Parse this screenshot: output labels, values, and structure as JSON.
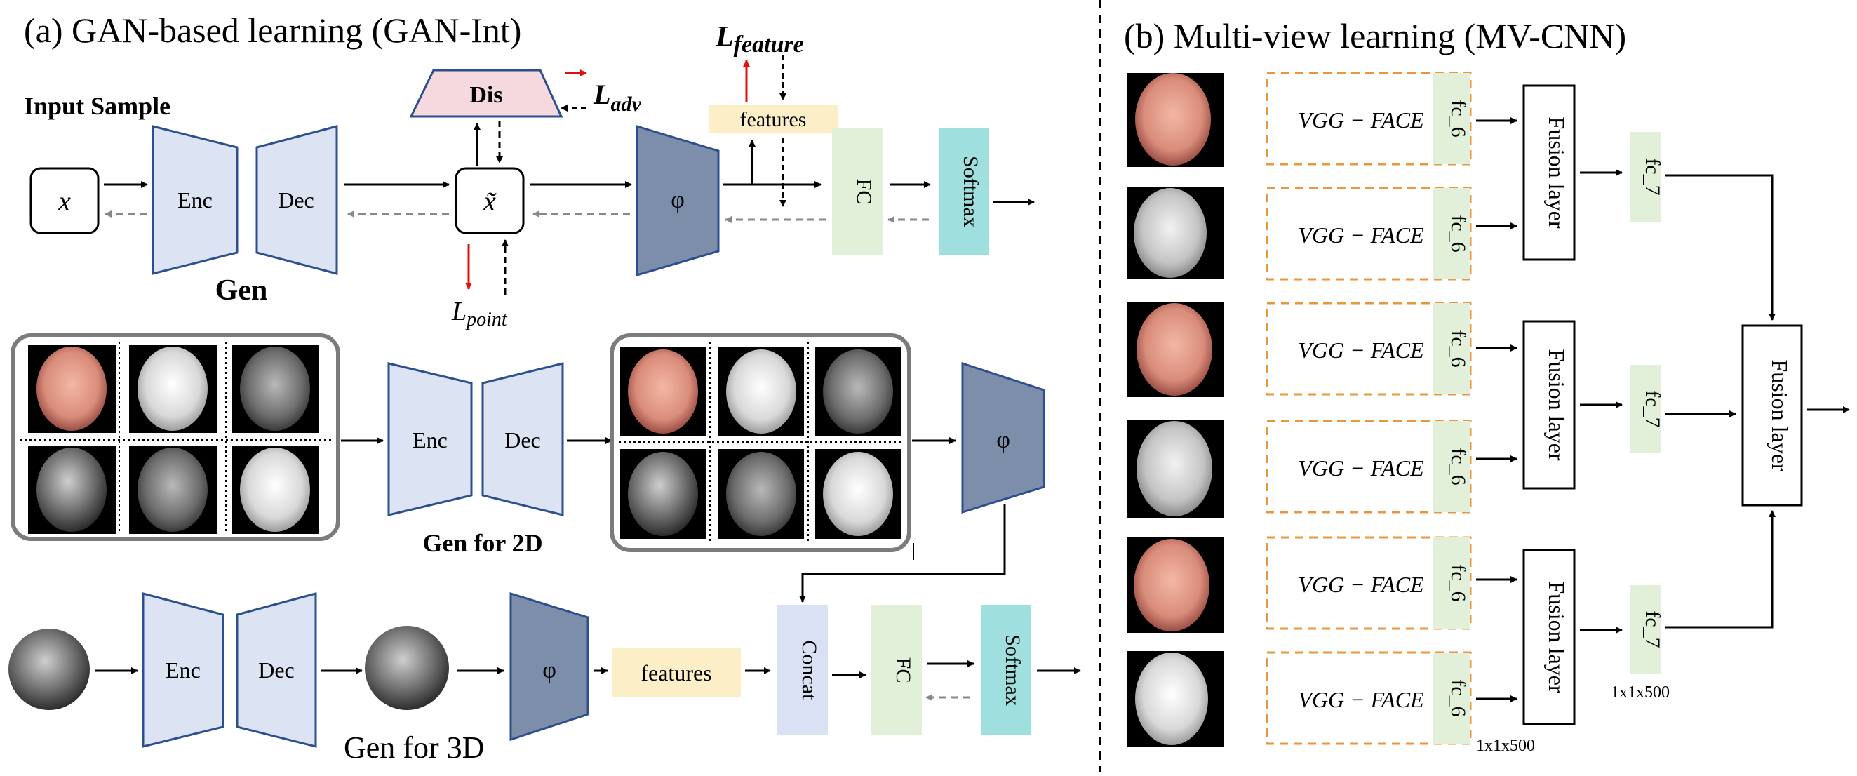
{
  "panel_a": {
    "title": "(a) GAN-based learning (GAN-Int)",
    "input_sample_label": "Input Sample",
    "input_x": "x",
    "enc": "Enc",
    "dec": "Dec",
    "gen_label": "Gen",
    "x_tilde": "x̃",
    "dis": "Dis",
    "l_adv": "adv",
    "l_point": "point",
    "l_feature": "feature",
    "loss_symbol": "L",
    "phi": "φ",
    "features": "features",
    "fc": "FC",
    "softmax": "Softmax",
    "gen_2d_label": "Gen for 2D",
    "gen_3d_label": "Gen for 3D",
    "concat": "Concat"
  },
  "panel_b": {
    "title": "(b) Multi-view learning (MV-CNN)",
    "vgg_face": "VGG − FACE",
    "fc6": "fc_6",
    "fc7": "fc_7",
    "fusion_layer": "Fusion layer",
    "dim_fc6": "1x1x500",
    "dim_fc7": "1x1x500"
  },
  "colors": {
    "enc_dec_fill": "#dce3f3",
    "enc_dec_stroke": "#2e4f8f",
    "phi_fill": "#7d8eaa",
    "dis_fill": "#f6d9df",
    "features_fill": "#fcefc8",
    "fc_fill": "#e2f0d9",
    "softmax_fill": "#9fe0df",
    "concat_fill": "#dae1f5",
    "vgg_border": "#e9963f",
    "red_arrow": "#e01010",
    "dashed_arrow": "#888888"
  }
}
